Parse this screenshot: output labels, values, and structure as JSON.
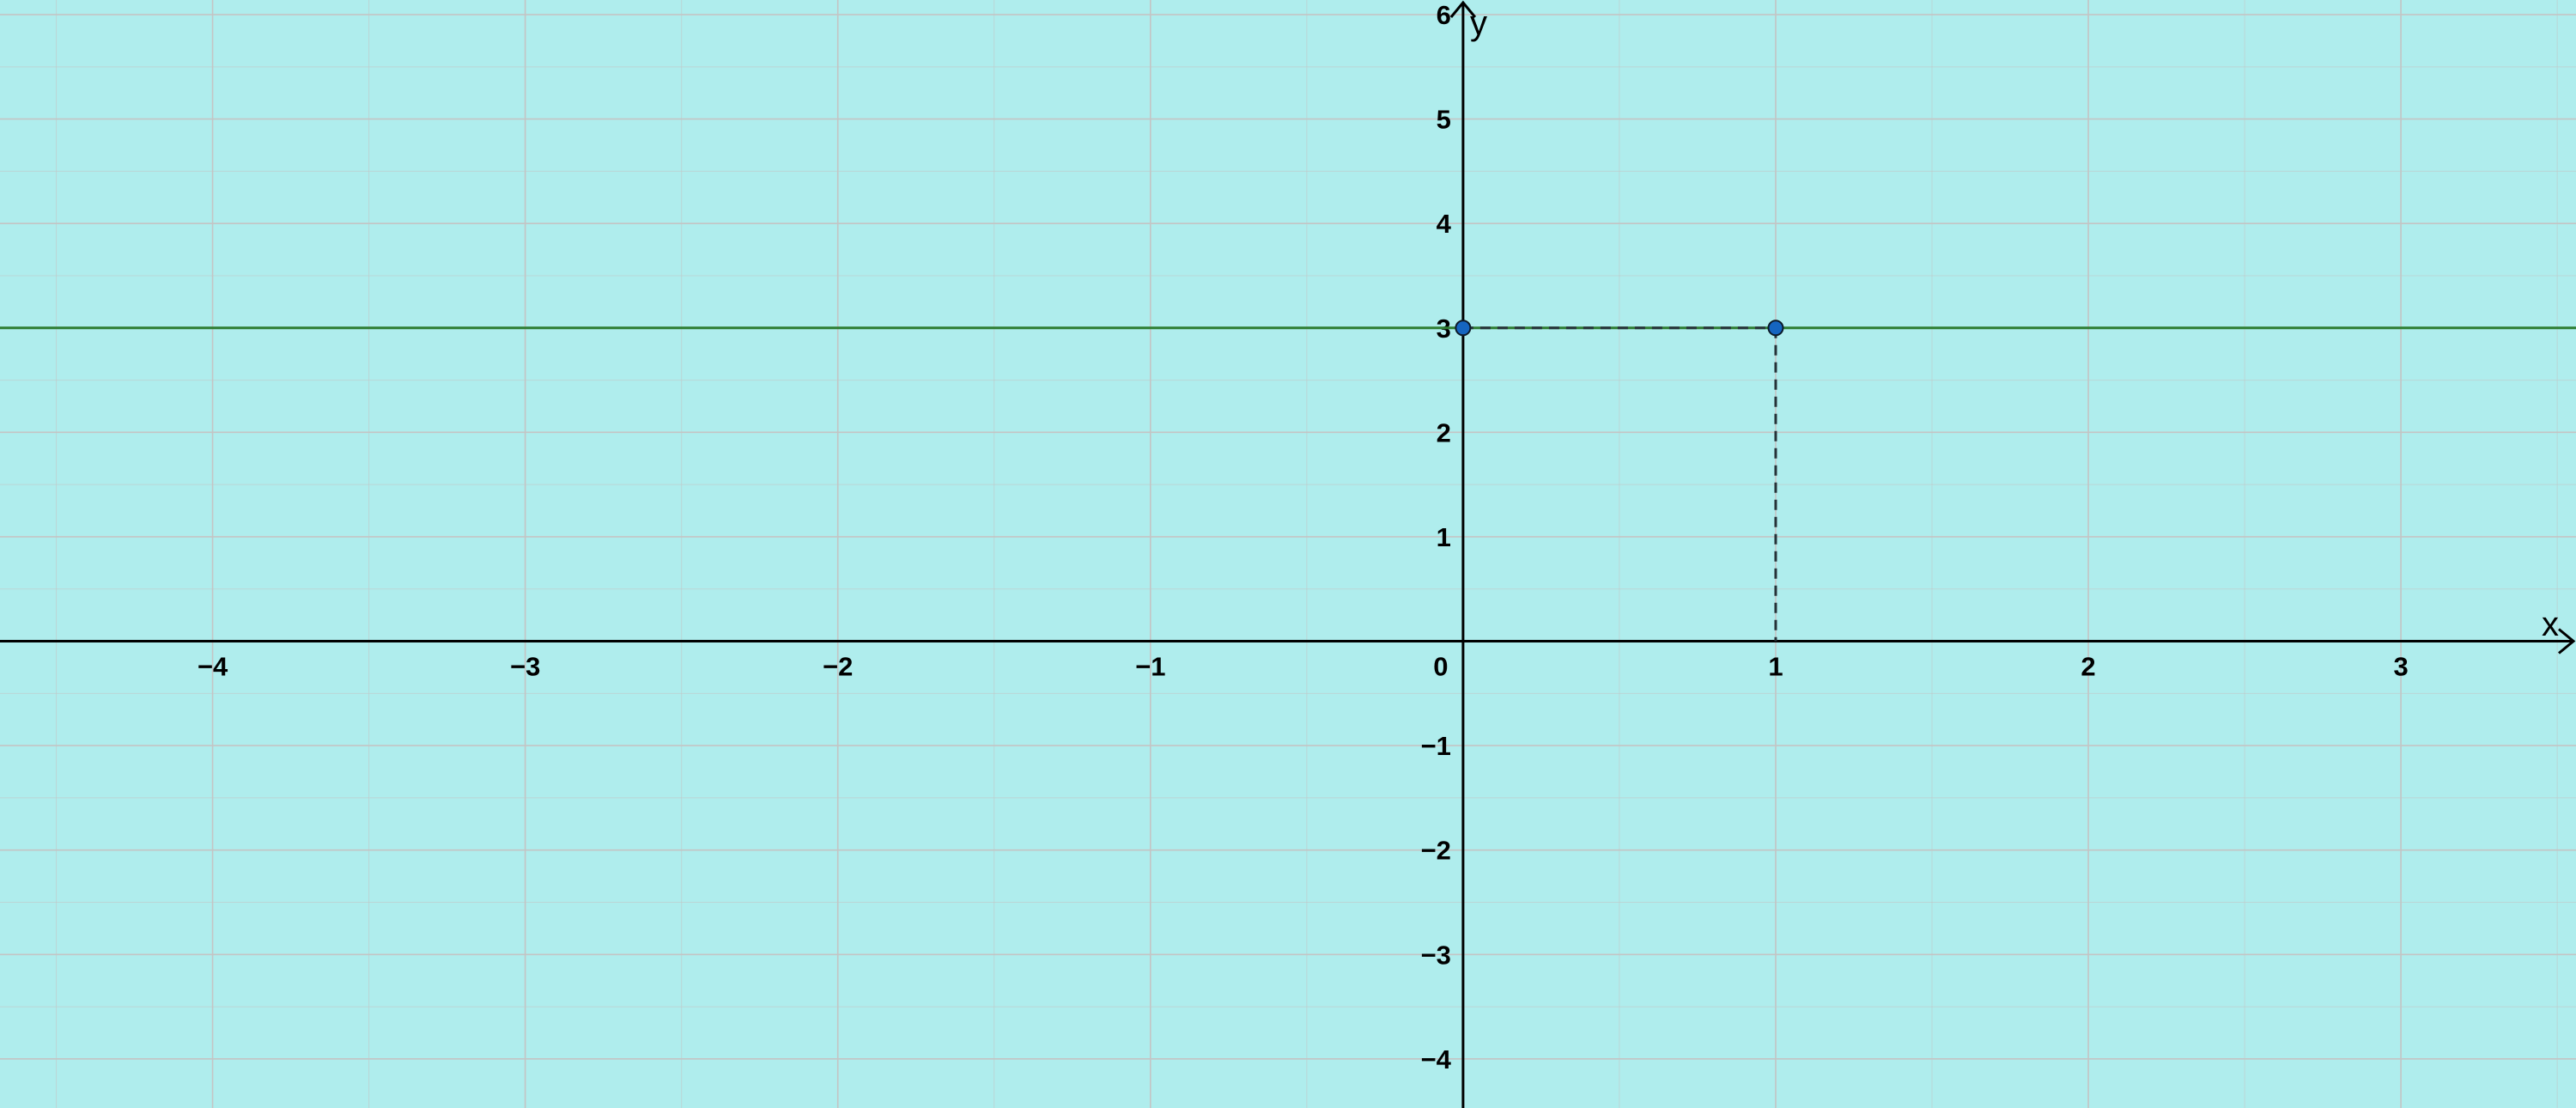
{
  "chart_data": {
    "type": "line",
    "background_color": "#afeded",
    "grid": true,
    "grid_color": "#c4c4c4",
    "axes_color": "#000000",
    "x_axis_label": "x",
    "y_axis_label": "y",
    "xlim": [
      -4.68,
      3.56
    ],
    "ylim": [
      -4.47,
      6.14
    ],
    "x_ticks": [
      -4,
      -3,
      -2,
      -1,
      0,
      1,
      2,
      3
    ],
    "y_ticks": [
      -4,
      -3,
      -2,
      -1,
      1,
      2,
      3,
      4,
      5,
      6
    ],
    "x_tick_labels": [
      "−4",
      "−3",
      "−2",
      "−1",
      "0",
      "1",
      "2",
      "3"
    ],
    "y_tick_labels": [
      "−4",
      "−3",
      "−2",
      "−1",
      "1",
      "2",
      "3",
      "4",
      "5",
      "6"
    ],
    "series": [
      {
        "type": "horizontal_line",
        "y": 3,
        "color": "#2e7d32"
      }
    ],
    "points": [
      {
        "x": 0,
        "y": 3,
        "color": "#1565c0"
      },
      {
        "x": 1,
        "y": 3,
        "color": "#1565c0"
      }
    ],
    "dashed_guides": [
      {
        "from": [
          0,
          3
        ],
        "to": [
          1,
          3
        ]
      },
      {
        "from": [
          1,
          3
        ],
        "to": [
          1,
          0
        ]
      }
    ]
  }
}
